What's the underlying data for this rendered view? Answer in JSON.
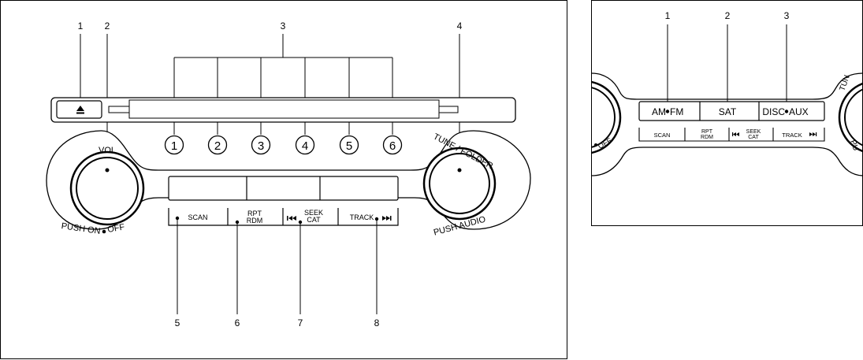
{
  "main_panel": {
    "callouts": [
      "1",
      "2",
      "3",
      "4",
      "5",
      "6",
      "7",
      "8"
    ],
    "eject_icon": "eject-icon",
    "preset_buttons": [
      "1",
      "2",
      "3",
      "4",
      "5",
      "6"
    ],
    "vol_knob": {
      "top_label": "VOL",
      "bottom_label_left": "PUSH ON",
      "bottom_label_right": "OFF"
    },
    "tune_knob": {
      "top_label": "TUNE / FOLDER",
      "bottom_label": "PUSH AUDIO"
    },
    "function_buttons": [
      {
        "line1": "SCAN",
        "line2": ""
      },
      {
        "line1": "RPT",
        "line2": "RDM"
      },
      {
        "line1": "SEEK",
        "line2": "CAT",
        "icon": "skip-back-icon"
      },
      {
        "line1": "TRACK",
        "line2": "",
        "icon": "skip-forward-icon"
      }
    ]
  },
  "detail_panel": {
    "callouts": [
      "1",
      "2",
      "3"
    ],
    "band_buttons": [
      {
        "left": "AM",
        "right": "FM"
      },
      {
        "label": "SAT"
      },
      {
        "left": "DISC",
        "right": "AUX"
      }
    ],
    "function_buttons": [
      {
        "line1": "SCAN",
        "line2": ""
      },
      {
        "line1": "RPT",
        "line2": "RDM"
      },
      {
        "line1": "SEEK",
        "line2": "CAT",
        "icon": "skip-back-icon"
      },
      {
        "line1": "TRACK",
        "line2": "",
        "icon": "skip-forward-icon"
      }
    ],
    "off_label": "OFF",
    "partial_left_text": "TUN",
    "partial_right_text": "PU"
  }
}
